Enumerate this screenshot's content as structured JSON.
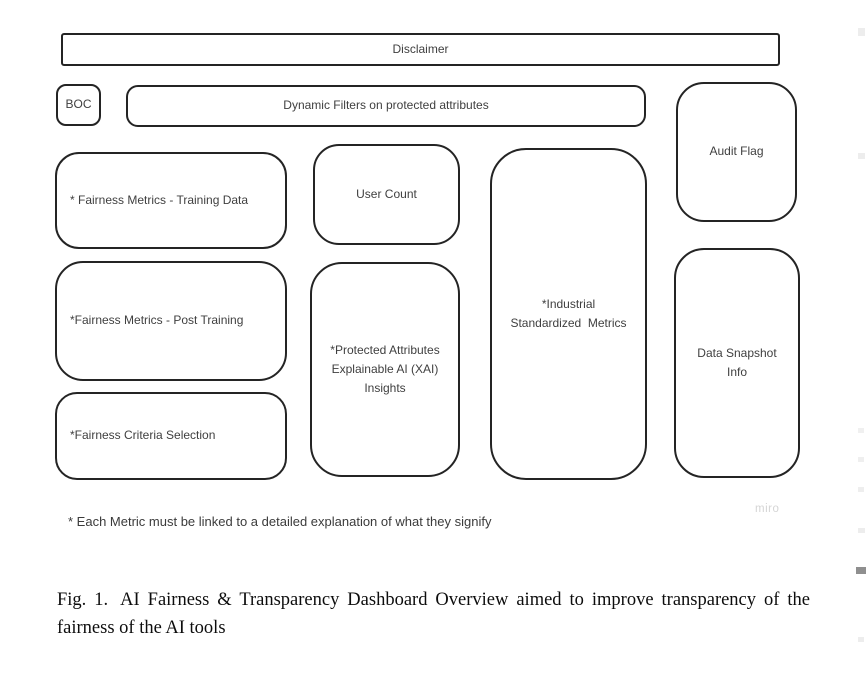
{
  "figure": {
    "disclaimer": "Disclaimer",
    "boc": "BOC",
    "dynamic_filters": "Dynamic Filters on protected attributes",
    "audit_flag": "Audit Flag",
    "fairness_metrics_training": "* Fairness Metrics - Training Data",
    "fairness_metrics_post": "*Fairness Metrics - Post Training",
    "fairness_criteria_selection": "*Fairness Criteria Selection",
    "user_count": "User Count",
    "protected_attributes": "*Protected Attributes\nExplainable AI (XAI)\nInsights",
    "industrial_metrics": "*Industrial\nStandardized  Metrics",
    "data_snapshot": "Data Snapshot\nInfo",
    "footnote": "* Each Metric must be linked to a detailed explanation of what they signify",
    "watermark": "miro"
  },
  "caption": {
    "label": "Fig. 1.",
    "text": "AI Fairness & Transparency Dashboard Overview aimed to improve transparency of the fairness of the AI tools"
  },
  "colors": {
    "box_border": "#242424",
    "box_text": "#3f3f3f",
    "caption_text": "#0d0d0d",
    "watermark": "#d5d5d5",
    "background": "#ffffff"
  }
}
